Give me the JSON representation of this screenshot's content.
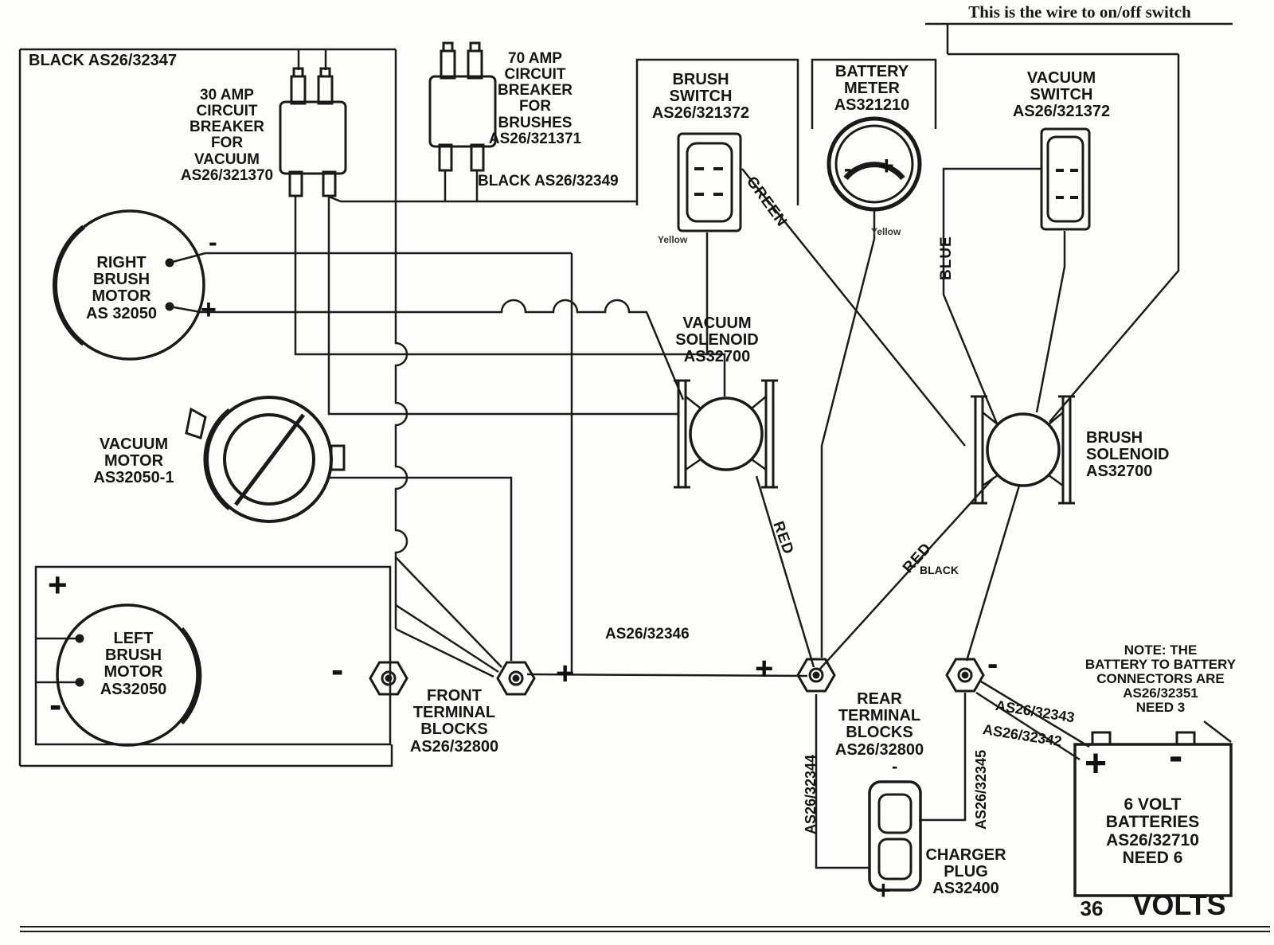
{
  "annotations": {
    "onoff_note": "This is the wire to on/off switch",
    "black_top": "BLACK  AS26/32347",
    "black_mid": "BLACK   AS26/32349",
    "battery_note": "NOTE: THE\nBATTERY TO BATTERY\nCONNECTORS ARE\nAS26/32351\nNEED 3"
  },
  "components": {
    "breaker_30": {
      "label": "30 AMP\nCIRCUIT\nBREAKER\nFOR\nVACUUM\nAS26/321370"
    },
    "breaker_70": {
      "label": "70 AMP\nCIRCUIT\nBREAKER\nFOR\nBRUSHES\nAS26/321371"
    },
    "brush_switch": {
      "label": "BRUSH\nSWITCH\nAS26/321372",
      "wire_tag": "Yellow"
    },
    "battery_meter": {
      "label": "BATTERY\nMETER\nAS321210",
      "wire_tag": "Yellow"
    },
    "vacuum_switch": {
      "label": "VACUUM\nSWITCH\nAS26/321372"
    },
    "right_brush_motor": {
      "label": "RIGHT\nBRUSH\nMOTOR\nAS 32050"
    },
    "vacuum_motor": {
      "label": "VACUUM\nMOTOR\nAS32050-1"
    },
    "vacuum_solenoid": {
      "label": "VACUUM\nSOLENOID\nAS32700"
    },
    "brush_solenoid": {
      "label": "BRUSH\nSOLENOID\nAS32700"
    },
    "left_brush_motor": {
      "label": "LEFT\nBRUSH\nMOTOR\nAS32050"
    },
    "front_terminal": {
      "label": "FRONT\nTERMINAL\nBLOCKS\nAS26/32800"
    },
    "rear_terminal": {
      "label": "REAR\nTERMINAL\nBLOCKS\nAS26/32800"
    },
    "charger_plug": {
      "label": "CHARGER\nPLUG\nAS32400"
    },
    "batteries": {
      "label": "6 VOLT\nBATTERIES\nAS26/32710\nNEED 6",
      "volts_num": "36",
      "volts_word": "VOLTS"
    }
  },
  "wires": {
    "green": "GREEN",
    "blue": "BLUE",
    "red_left": "RED",
    "red_right": "RED",
    "black_small": "BLACK",
    "as26_32346": "AS26/32346",
    "as26_32344": "AS26/32344",
    "as26_32345": "AS26/32345",
    "as26_32343": "AS26/32343",
    "as26_32342": "AS26/32342"
  },
  "signs": {
    "plus": "+",
    "minus": "-"
  }
}
